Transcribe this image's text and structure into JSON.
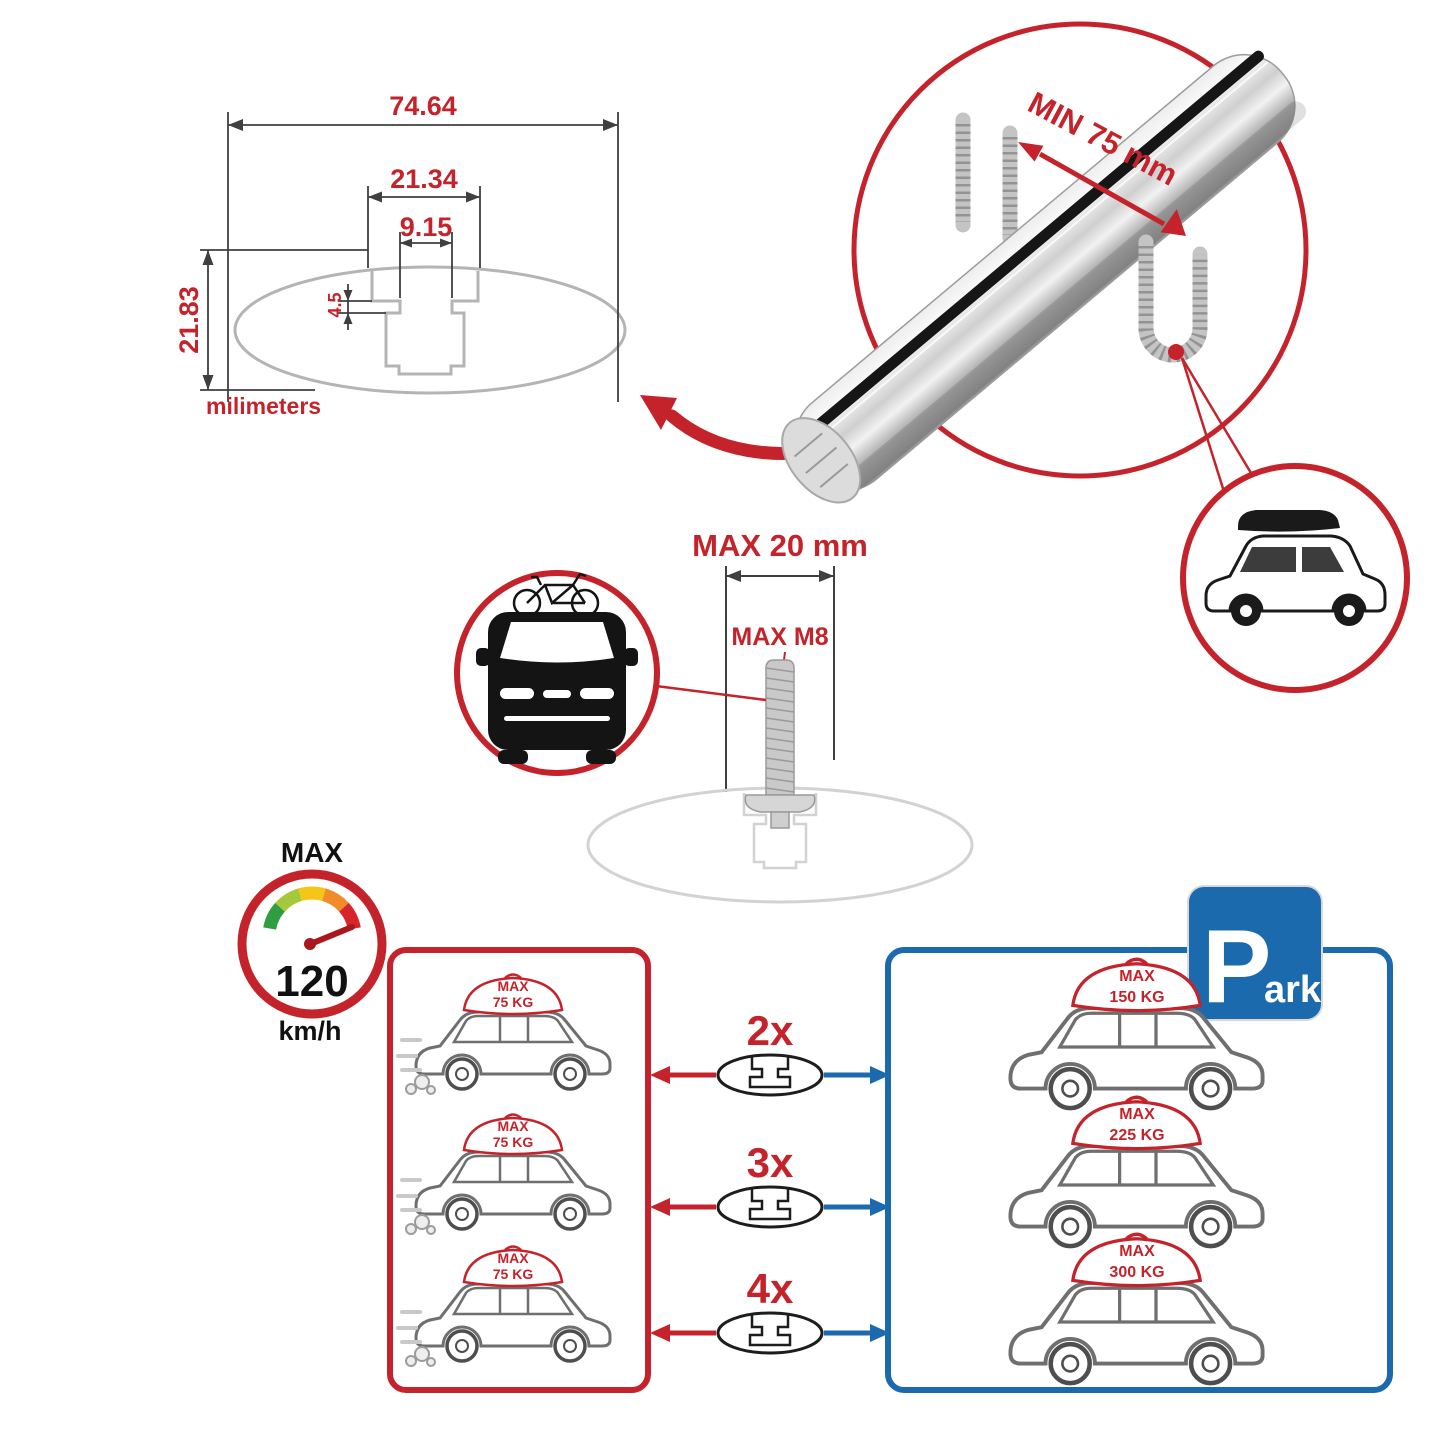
{
  "colors": {
    "accent_red": "#c5232b",
    "accent_blue": "#1b6aae",
    "drawing_gray": "#b4b4b4",
    "line_dark": "#3f3f3f"
  },
  "cross_section": {
    "total_width": "74.64",
    "top_width": "21.34",
    "slot_width": "9.15",
    "lip_depth": "4.5",
    "height": "21.83",
    "units_label": "milimeters"
  },
  "clamp_note": {
    "label": "MIN 75 mm"
  },
  "bolt_note": {
    "length_label": "MAX 20 mm",
    "thread_label": "MAX M8"
  },
  "speed_limit": {
    "title": "MAX",
    "value": "120",
    "units": "km/h"
  },
  "parking_sign": {
    "initial": "P",
    "rest": "ark"
  },
  "load_panels": {
    "bar_counts": [
      "2x",
      "3x",
      "4x"
    ],
    "driving_cars": [
      {
        "tag_title": "MAX",
        "tag_value": "75 KG"
      },
      {
        "tag_title": "MAX",
        "tag_value": "75 KG"
      },
      {
        "tag_title": "MAX",
        "tag_value": "75 KG"
      }
    ],
    "parked_cars": [
      {
        "tag_title": "MAX",
        "tag_value": "150 KG"
      },
      {
        "tag_title": "MAX",
        "tag_value": "225 KG"
      },
      {
        "tag_title": "MAX",
        "tag_value": "300 KG"
      }
    ]
  }
}
